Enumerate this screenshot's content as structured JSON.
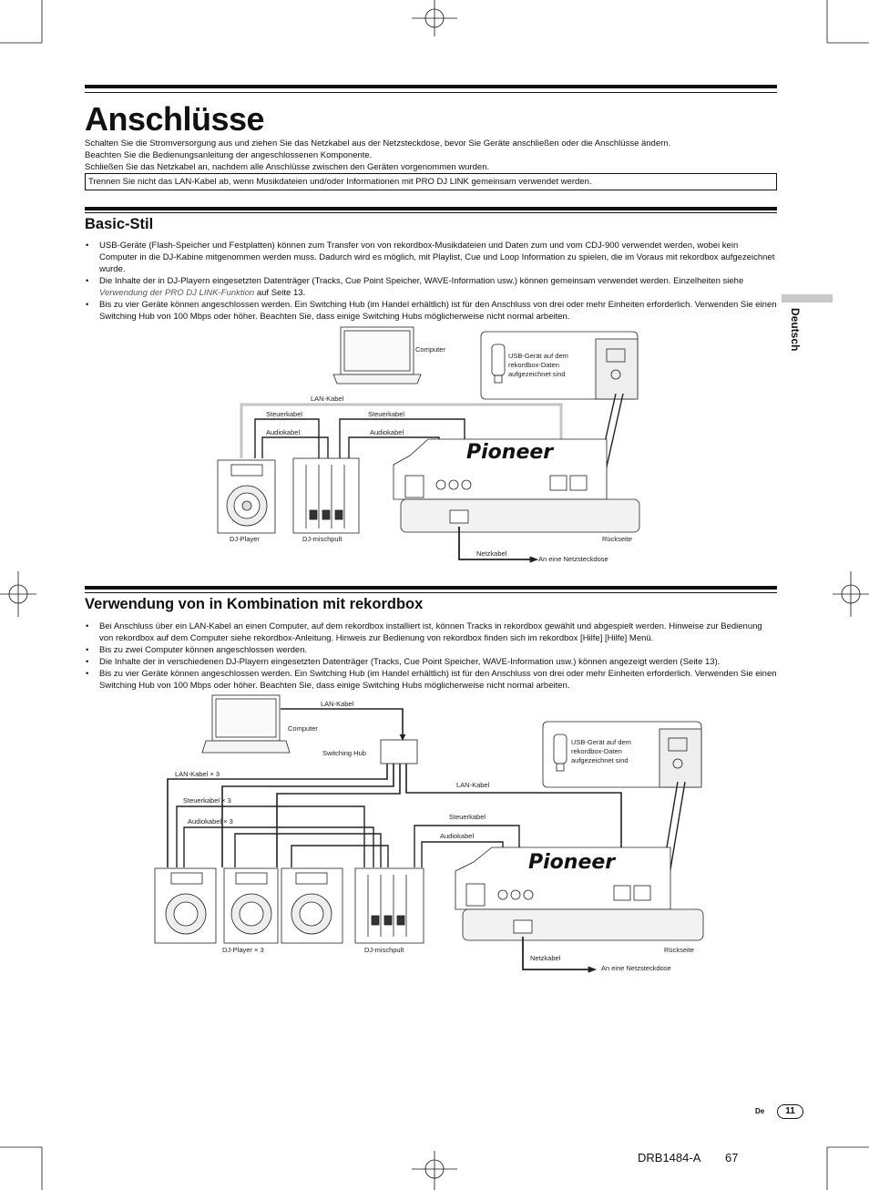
{
  "header": {
    "title": "Anschlüsse",
    "intro_lines": [
      "Schalten Sie die Stromversorgung aus und ziehen Sie das Netzkabel aus der Netzsteckdose, bevor Sie Geräte anschließen oder die Anschlüsse ändern.",
      "Beachten Sie die Bedienungsanleitung der angeschlossenen Komponente.",
      "Schließen Sie das Netzkabel an, nachdem alle Anschlüsse zwischen den Geräten vorgenommen wurden."
    ],
    "note": "Trennen Sie nicht das LAN-Kabel ab, wenn Musikdateien und/oder Informationen mit PRO DJ LINK gemeinsam verwendet werden."
  },
  "section1": {
    "heading": "Basic-Stil",
    "bullets": [
      {
        "text": "USB-Geräte (Flash-Speicher und Festplatten) können zum Transfer von von rekordbox-Musikdateien und Daten zum und vom CDJ-900 verwendet werden, wobei kein Computer in die DJ-Kabine mitgenommen werden muss. Dadurch wird es möglich, mit Playlist, Cue und Loop Information zu spielen, die im Voraus mit rekordbox aufgezeichnet wurde."
      },
      {
        "text_before": "Die Inhalte der in DJ-Playern eingesetzten Datenträger (Tracks, Cue Point Speicher, WAVE-Information usw.) können gemeinsam verwendet werden. Einzelheiten siehe ",
        "link": "Verwendung der PRO DJ LINK-Funktion",
        "text_after": " auf Seite ",
        "page": "13",
        "end": "."
      },
      {
        "text": "Bis zu vier Geräte können angeschlossen werden. Ein Switching Hub (im Handel erhältlich) ist für den Anschluss von drei oder mehr Einheiten erforderlich. Verwenden Sie einen Switching Hub von 100 Mbps oder höher. Beachten Sie, dass einige Switching Hubs möglicherweise nicht normal arbeiten."
      }
    ],
    "diagram": {
      "computer": "Computer",
      "usb_device": "USB-Gerät auf dem rekordbox-Daten aufgezeichnet sind",
      "lan_cable": "LAN-Kabel",
      "control_cable_1": "Steuerkabel",
      "control_cable_2": "Steuerkabel",
      "audio_cable_1": "Audiokabel",
      "audio_cable_2": "Audiokabel",
      "dj_player": "DJ-Player",
      "dj_mixer": "DJ-mischpult",
      "rear": "Rückseite",
      "power_cable": "Netzkabel",
      "to_outlet": "An eine Netzsteckdose"
    }
  },
  "section2": {
    "heading": "Verwendung von in Kombination mit rekordbox",
    "bullets": [
      {
        "text": "Bei Anschluss über ein LAN-Kabel an einen Computer, auf dem rekordbox installiert ist, können Tracks in rekordbox gewählt und abgespielt werden. Hinweise zur Bedienung von rekordbox auf dem Computer siehe rekordbox-Anleitung. Hinweis zur Bedienung von rekordbox finden sich im rekordbox [Hilfe] [Hilfe] Menü."
      },
      {
        "text": "Bis zu zwei Computer können angeschlossen werden."
      },
      {
        "text_before": "Die Inhalte der in verschiedenen DJ-Playern eingesetzten Datenträger (Tracks, Cue Point Speicher, WAVE-Information usw.) können angezeigt werden (Seite ",
        "page": "13",
        "end": ")."
      },
      {
        "text": "Bis zu vier Geräte können angeschlossen werden. Ein Switching Hub (im Handel erhältlich) ist für den Anschluss von drei oder mehr Einheiten erforderlich. Verwenden Sie einen Switching Hub von 100 Mbps oder höher. Beachten Sie, dass einige Switching Hubs möglicherweise nicht normal arbeiten."
      }
    ],
    "diagram": {
      "lan_cable_top": "LAN-Kabel",
      "computer": "Computer",
      "switching_hub": "Switching Hub",
      "lan_cable_x3": "LAN-Kabel × 3",
      "control_cable_x3": "Steuerkabel × 3",
      "audio_cable_x3": "Audiokabel × 3",
      "usb_device": "USB-Gerät auf dem rekordbox-Daten aufgezeichnet sind",
      "lan_cable_right": "LAN-Kabel",
      "control_cable": "Steuerkabel",
      "audio_cable": "Audiokabel",
      "dj_player_x3": "DJ-Player × 3",
      "dj_mixer": "DJ-mischpult",
      "rear": "Rückseite",
      "power_cable": "Netzkabel",
      "to_outlet": "An eine Netzsteckdose"
    }
  },
  "sidebar": {
    "language": "Deutsch"
  },
  "footer": {
    "lang_code": "De",
    "page": "11",
    "doc_id": "DRB1484-A",
    "print_page": "67"
  },
  "brand": "Pioneer"
}
